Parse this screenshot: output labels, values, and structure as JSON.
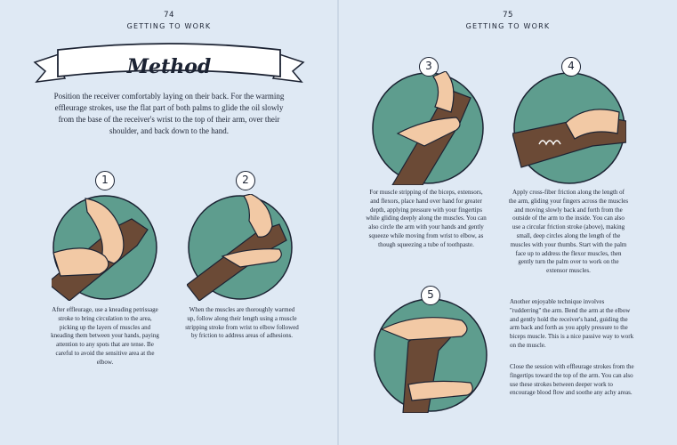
{
  "left_page": {
    "page_number": "74",
    "section_title": "GETTING TO WORK",
    "banner_title": "Method",
    "intro_text": "Position the receiver comfortably laying on their back. For the warming effleurage strokes, use the flat part of both palms to glide the oil slowly from the base of the receiver's wrist to the top of their arm, over their shoulder, and back down to the hand.",
    "steps": [
      {
        "number": "1",
        "caption": "After effleurage, use a kneading petrissage stroke to bring circulation to the area, picking up the layers of muscles and kneading them between your hands, paying attention to any spots that are tense. Be careful to avoid the sensitive area at the elbow."
      },
      {
        "number": "2",
        "caption": "When the muscles are thoroughly warmed up, follow along their length using a muscle stripping stroke from wrist to elbow followed by friction to address areas of adhesions."
      }
    ]
  },
  "right_page": {
    "page_number": "75",
    "section_title": "GETTING TO WORK",
    "steps": [
      {
        "number": "3",
        "caption": "For muscle stripping of the biceps, extensors, and flexors, place hand over hand for greater depth, applying pressure with your fingertips while gliding deeply along the muscles. You can also circle the arm with your hands and gently squeeze while moving from wrist to elbow, as though squeezing a tube of toothpaste."
      },
      {
        "number": "4",
        "caption": "Apply cross-fiber friction along the length of the arm, gliding your fingers across the muscles and moving slowly back and forth from the outside of the arm to the inside. You can also use a circular friction stroke (above), making small, deep circles along the length of the muscles with your thumbs. Start with the palm face up to address the flexor muscles, then gently turn the palm over to work on the extensor muscles."
      },
      {
        "number": "5",
        "caption": "Another enjoyable technique involves \"rudderring\" the arm. Bend the arm at the elbow and gently hold the receiver's hand, guiding the arm back and forth as you apply pressure to the biceps muscle. This is a nice passive way to work on the muscle."
      }
    ],
    "closing_text": "Close the session with effleurage strokes from the fingertips toward the top of the arm. You can also use these strokes between deeper work to encourage blood flow and soothe any achy areas."
  },
  "colors": {
    "background": "#dfe9f4",
    "circle": "#5e9d8e",
    "outline": "#1c2333",
    "skin_dark": "#6b4a36",
    "skin_light": "#f2c9a5"
  }
}
